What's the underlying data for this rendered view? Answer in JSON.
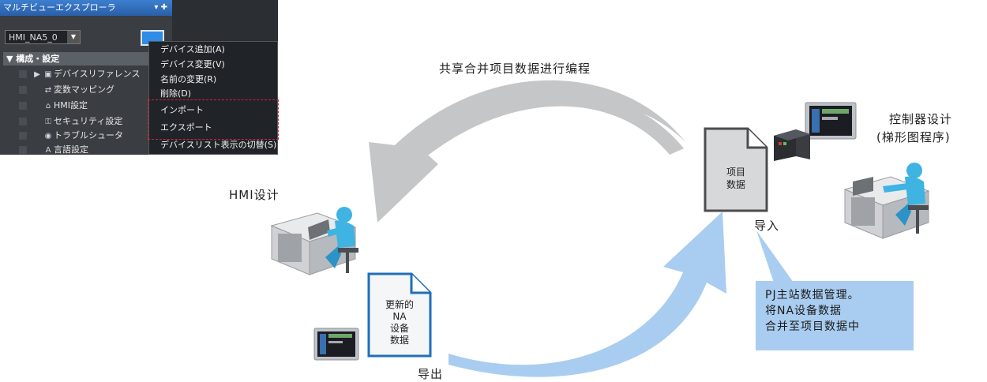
{
  "explorer": {
    "title": "マルチビューエクスプローラ",
    "device_select": "HMI_NA5_0",
    "tree_header": "構成・設定",
    "tree_items": [
      "デバイスリファレンス",
      "変数マッピング",
      "HMI設定",
      "セキュリティ設定",
      "トラブルシュータ",
      "言語設定"
    ],
    "context_menu": [
      "デバイス追加(A)",
      "デバイス変更(V)",
      "名前の変更(R)",
      "削除(D)",
      "インポート",
      "エクスポート",
      "デバイスリスト表示の切替(S)"
    ]
  },
  "diagram": {
    "top_caption": "共享合并项目数据进行编程",
    "hmi_label": "HMI设计",
    "controller_label_line1": "控制器设计",
    "controller_label_line2": "(梯形图程序)",
    "center_doc_line1": "项目",
    "center_doc_line2": "数据",
    "import_label": "导入",
    "export_label": "导出",
    "left_doc_lines": [
      "更新的",
      "NA",
      "设备",
      "数据"
    ],
    "callout_lines": [
      "PJ主站数据管理。",
      "将NA设备数据",
      "合并至项目数据中"
    ]
  },
  "colors": {
    "gray_arrow": "#c4c6c8",
    "blue_arrow": "#a9cdf0",
    "doc_center_border": "#4d4d4d",
    "doc_left_border": "#1f6fb8",
    "menu_highlight": "#d8233a",
    "figure_skin": "#3fb3e2"
  }
}
